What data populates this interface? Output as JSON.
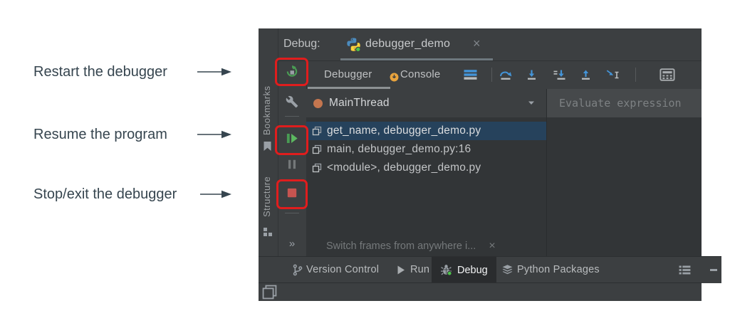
{
  "annotations": {
    "restart": "Restart the debugger",
    "resume": "Resume the program",
    "stop": "Stop/exit the debugger"
  },
  "panel": {
    "header": {
      "label": "Debug:",
      "tab_title": "debugger_demo",
      "tab_close": "×"
    },
    "view_tabs": {
      "debugger": "Debugger",
      "console": "Console"
    },
    "sidebar": {
      "bookmarks": "Bookmarks",
      "structure": "Structure",
      "more": "»"
    },
    "thread": {
      "name": "MainThread"
    },
    "evaluate": {
      "placeholder": "Evaluate expression"
    },
    "frames": [
      {
        "label": "get_name, debugger_demo.py",
        "selected": true
      },
      {
        "label": "main, debugger_demo.py:16",
        "selected": false
      },
      {
        "label": "<module>, debugger_demo.py",
        "selected": false
      }
    ],
    "frames_hint": {
      "text": "Switch frames from anywhere i...",
      "close": "×"
    },
    "statusbar": {
      "version_control": "Version Control",
      "run": "Run",
      "debug": "Debug",
      "python_packages": "Python Packages"
    }
  },
  "colors": {
    "panel_bg": "#3c3f41",
    "panel_dark_bg": "#323537",
    "selection_blue": "#26425c",
    "accent_blue": "#4394d8",
    "green": "#499c54",
    "stop_red": "#c75450",
    "annotation_red": "#e01d1d",
    "console_orange": "#e8a33d",
    "thread_dot_orange": "#c4764f",
    "python_blue": "#4b8bbe",
    "python_yellow": "#ffd43b",
    "running_dot_green": "#4cc14a"
  }
}
